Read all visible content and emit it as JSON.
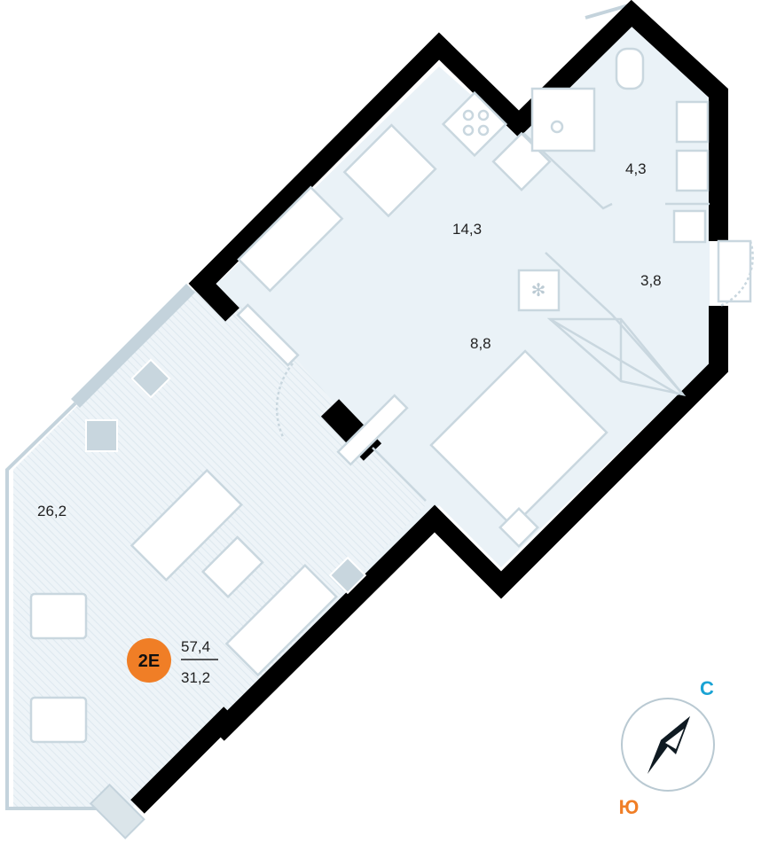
{
  "rooms": [
    {
      "name": "living-room",
      "area": "26,2"
    },
    {
      "name": "kitchen",
      "area": "14,3"
    },
    {
      "name": "bathroom",
      "area": "4,3"
    },
    {
      "name": "hallway",
      "area": "3,8"
    },
    {
      "name": "bedroom",
      "area": "8,8"
    }
  ],
  "badge": {
    "label": "2E",
    "total_area": "57,4",
    "living_area": "31,2",
    "color": "#f07e26"
  },
  "compass": {
    "north": "С",
    "south": "Ю",
    "north_color": "#1aa3d4",
    "south_color": "#f07e26"
  }
}
